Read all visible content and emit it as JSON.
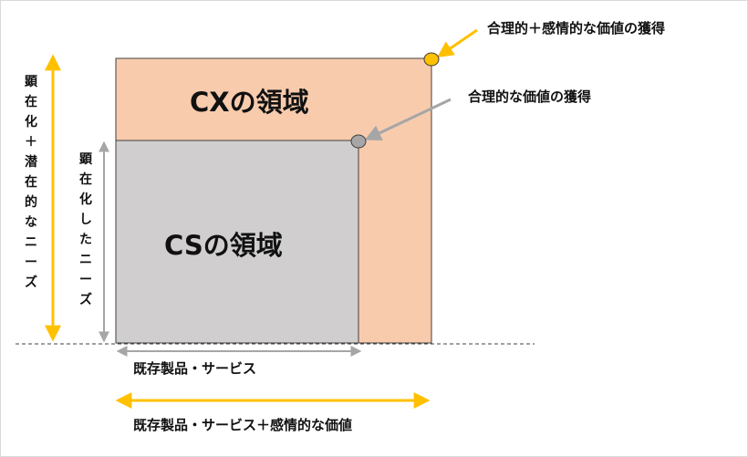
{
  "regions": {
    "cx": {
      "label": "CXの領域",
      "color": "#f8cbad"
    },
    "cs": {
      "label": "CSの領域",
      "color": "#d0cece"
    }
  },
  "callouts": {
    "cx_value": {
      "label": "合理的＋感情的な価値の獲得",
      "marker_color": "#ffc000",
      "arrow_color": "#ffc000"
    },
    "cs_value": {
      "label": "合理的な価値の獲得",
      "marker_color": "#a6a6a6",
      "arrow_color": "#a6a6a6"
    }
  },
  "axes": {
    "horizontal": {
      "cs_label": "既存製品・サービス",
      "cs_arrow_color": "#a6a6a6",
      "cx_label": "既存製品・サービス＋感情的な価値",
      "cx_arrow_color": "#ffc000"
    },
    "vertical": {
      "cx_label": "顕在化＋潜在的なニーズ",
      "cx_arrow_color": "#ffc000",
      "cs_label": "顕在化したニーズ",
      "cs_arrow_color": "#a6a6a6"
    }
  }
}
